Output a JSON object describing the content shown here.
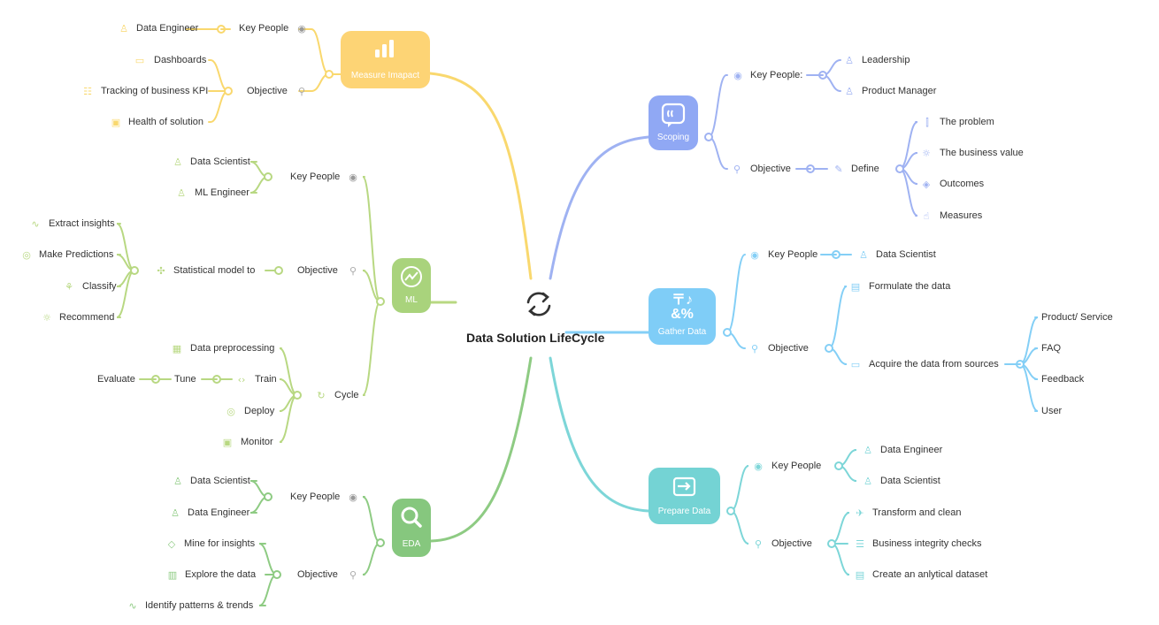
{
  "root": {
    "title": "Data Solution LifeCycle"
  },
  "colors": {
    "measure": "#f9d86e",
    "measure_box": "#fdd475",
    "ml": "#b8d882",
    "ml_box": "#a9d37c",
    "eda": "#8ecb83",
    "eda_box": "#86c77e",
    "scoping": "#9fb2f2",
    "scoping_box": "#90a8f4",
    "gather": "#84cff6",
    "gather_box": "#7fcdf7",
    "prepare": "#7dd6d8",
    "prepare_box": "#74d3d4"
  },
  "measure": {
    "label": "Measure Imapact",
    "icon": "bar-chart-icon",
    "key_people": "Key People",
    "data_engineer": "Data Engineer",
    "objective": "Objective",
    "dashboards": "Dashboards",
    "tracking": "Tracking of business KPI",
    "health": "Health of solution"
  },
  "ml": {
    "label": "ML",
    "icon": "trend-icon",
    "key_people": "Key People",
    "data_scientist": "Data Scientist",
    "ml_engineer": "ML Engineer",
    "objective": "Objective",
    "statistical": "Statistical model to",
    "extract": "Extract insights",
    "predictions": "Make Predictions",
    "classify": "Classify",
    "recommend": "Recommend",
    "cycle": "Cycle",
    "preprocessing": "Data preprocessing",
    "train": "Train",
    "tune": "Tune",
    "evaluate": "Evaluate",
    "deploy": "Deploy",
    "monitor": "Monitor"
  },
  "eda": {
    "label": "EDA",
    "icon": "magnifier-icon",
    "key_people": "Key People",
    "data_scientist": "Data Scientist",
    "data_engineer": "Data Engineer",
    "objective": "Objective",
    "mine": "Mine for insights",
    "explore": "Explore the data",
    "identify": "Identify patterns & trends"
  },
  "scoping": {
    "label": "Scoping",
    "icon": "quote-icon",
    "key_people": "Key People:",
    "leadership": "Leadership",
    "product_manager": "Product Manager",
    "objective": "Objective",
    "define": "Define",
    "problem": "The problem",
    "business_value": "The business value",
    "outcomes": "Outcomes",
    "measures": "Measures"
  },
  "gather": {
    "label": "Gather Data",
    "icon": "symbols-icon",
    "icon_text_top": "〒♪",
    "icon_text_bottom": "&%",
    "key_people": "Key People",
    "data_scientist": "Data Scientist",
    "objective": "Objective",
    "formulate": "Formulate the data",
    "acquire": "Acquire the data from sources",
    "product_service": "Product/ Service",
    "faq": "FAQ",
    "feedback": "Feedback",
    "user": "User"
  },
  "prepare": {
    "label": "Prepare Data",
    "icon": "enter-icon",
    "key_people": "Key People",
    "data_engineer": "Data Engineer",
    "data_scientist": "Data Scientist",
    "objective": "Objective",
    "transform": "Transform and clean",
    "integrity": "Business integrity checks",
    "create": "Create an anlytical dataset"
  }
}
